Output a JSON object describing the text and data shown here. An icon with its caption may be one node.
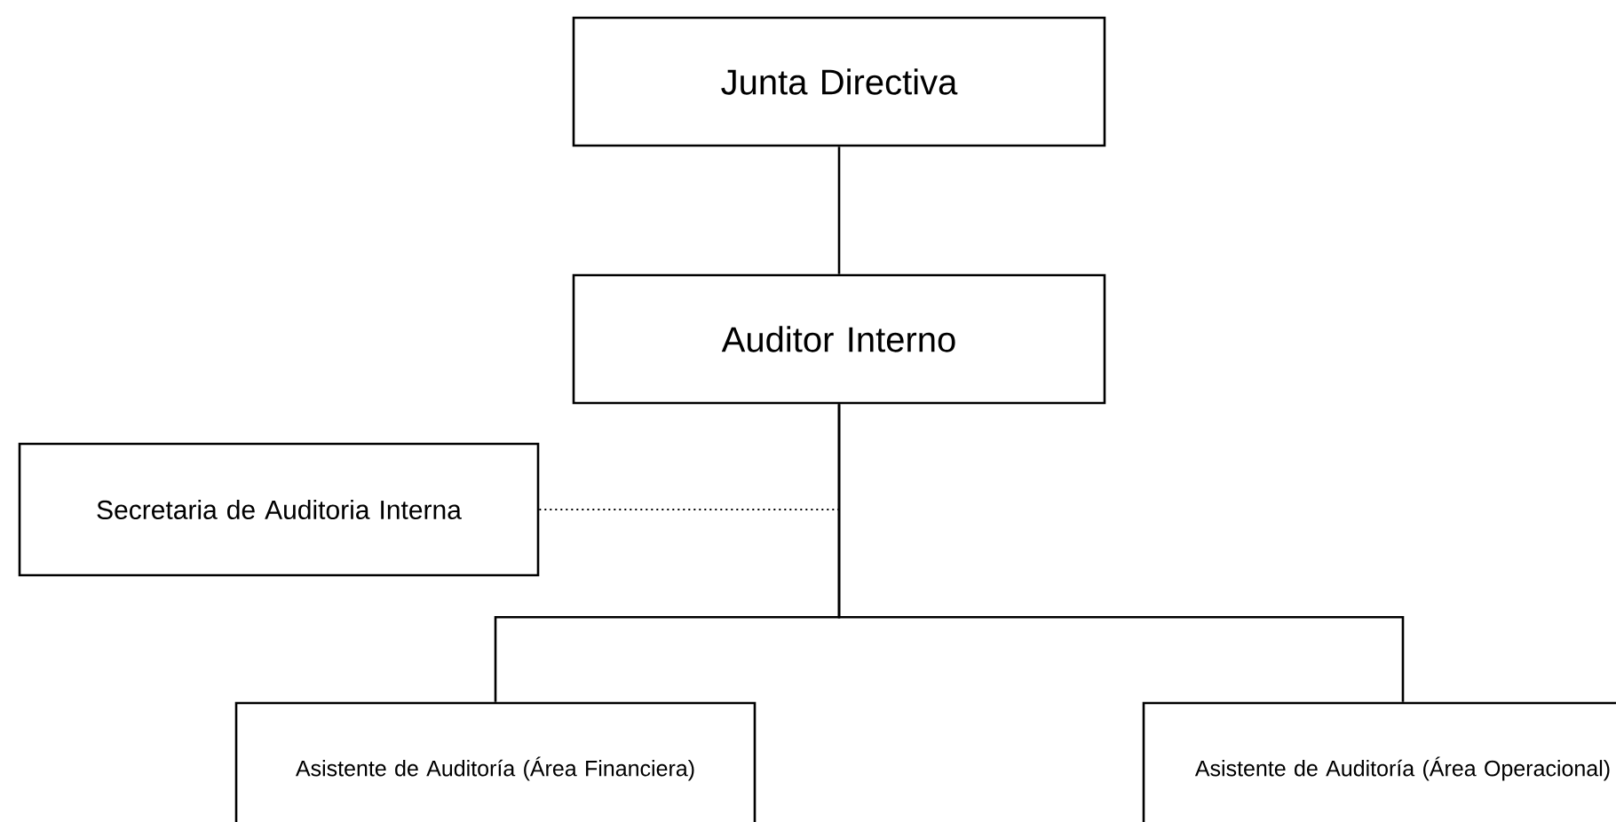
{
  "diagram": {
    "nodes": [
      {
        "text": [
          "Junta Directiva"
        ]
      },
      {
        "text": [
          "Auditor Interno"
        ]
      },
      {
        "text": [
          "Secretaria de Auditoria Interna"
        ]
      },
      {
        "text": [
          "Asistente de Auditoría (Área Financiera)"
        ]
      },
      {
        "text": [
          "Asistente de Auditoría (Área Operacional)"
        ]
      }
    ],
    "edges": [
      {
        "from": 0,
        "to": 1,
        "arrow": "none"
      },
      {
        "from": 2,
        "to": 1,
        "arrow": "none",
        "style": "dashed"
      },
      {
        "from": 1,
        "to": 3,
        "arrow": "none"
      },
      {
        "from": 1,
        "to": 4,
        "arrow": "none"
      }
    ]
  }
}
